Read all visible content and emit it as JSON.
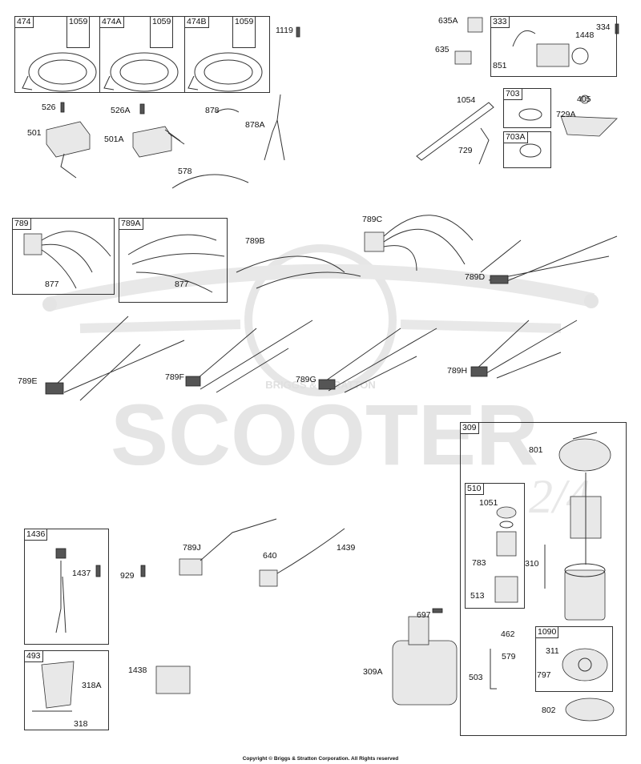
{
  "watermark": {
    "main": "SCOOTER",
    "arc": "BRIGGS & STRATTON",
    "suffix": "2/4"
  },
  "footer": "Copyright © Briggs & Stratton Corporation. All Rights reserved",
  "boxes": [
    {
      "id": "474",
      "label": "474",
      "sub": "1059"
    },
    {
      "id": "474A",
      "label": "474A",
      "sub": "1059"
    },
    {
      "id": "474B",
      "label": "474B",
      "sub": "1059"
    },
    {
      "id": "333",
      "label": "333"
    },
    {
      "id": "703",
      "label": "703"
    },
    {
      "id": "703A",
      "label": "703A"
    },
    {
      "id": "789",
      "label": "789"
    },
    {
      "id": "789A",
      "label": "789A"
    },
    {
      "id": "309",
      "label": "309"
    },
    {
      "id": "510",
      "label": "510"
    },
    {
      "id": "1090",
      "label": "1090"
    },
    {
      "id": "1436",
      "label": "1436"
    },
    {
      "id": "493",
      "label": "493"
    }
  ],
  "part_labels": [
    "1119",
    "635A",
    "635",
    "1448",
    "851",
    "334",
    "526",
    "526A",
    "878",
    "878A",
    "501",
    "501A",
    "578",
    "1054",
    "729",
    "405",
    "729A",
    "877",
    "877",
    "789B",
    "789C",
    "789D",
    "789E",
    "789F",
    "789G",
    "789H",
    "801",
    "1051",
    "783",
    "513",
    "310",
    "462",
    "579",
    "503",
    "311",
    "797",
    "802",
    "1437",
    "929",
    "789J",
    "640",
    "1439",
    "697",
    "309A",
    "1438",
    "318A",
    "318"
  ]
}
